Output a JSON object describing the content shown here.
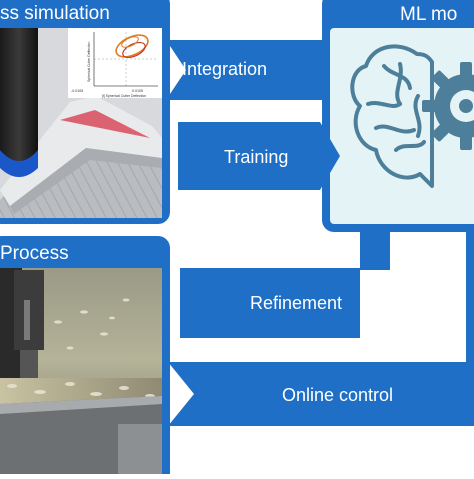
{
  "panels": {
    "simulation": {
      "title": "ss simulation"
    },
    "ml_model": {
      "title": "ML mo"
    },
    "process": {
      "title": "Process"
    }
  },
  "flows": {
    "integration": "Integration",
    "training": "Training",
    "refinement": "Refinement",
    "online_control": "Online control"
  },
  "plot": {
    "axis_label_x": "[t] Spherical Cutter Deflection",
    "axis_label_y": "Spherical Cutter Deflection",
    "tick_left": "-0.0105",
    "tick_right": "0.0105"
  },
  "colors": {
    "blue": "#1f6fc6",
    "light_teal": "#e4f3f5",
    "brain": "#4d7f9a"
  },
  "icons": {
    "brain": "brain-icon",
    "gear": "gear-icon"
  }
}
